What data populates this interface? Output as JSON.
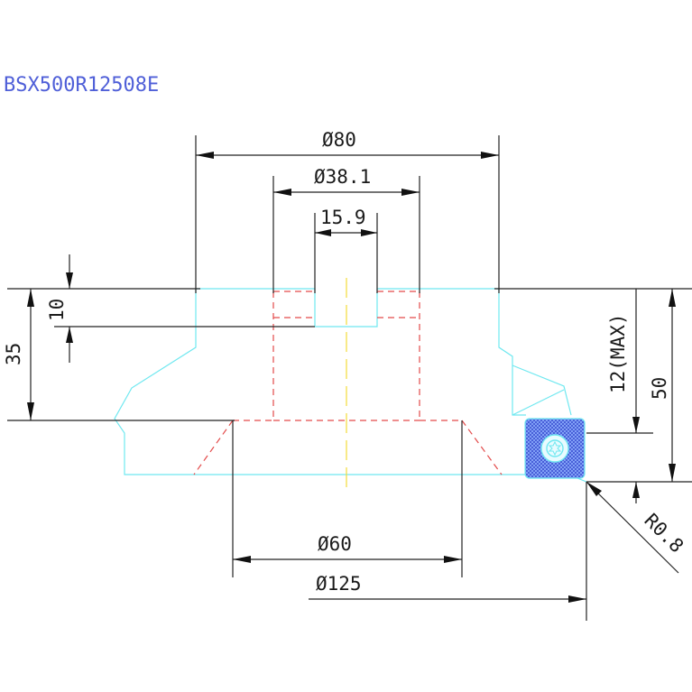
{
  "part_number": "BSX500R12508E",
  "dimensions": {
    "dia_80": "Ø80",
    "dia_38_1": "Ø38.1",
    "width_15_9": "15.9",
    "depth_10": "10",
    "height_35": "35",
    "height_12_max": "12(MAX)",
    "height_50": "50",
    "dia_60": "Ø60",
    "dia_125": "Ø125",
    "radius_0_8": "R0.8"
  },
  "colors": {
    "outline": "#6fe8f0",
    "hidden_lines": "#e34a4a",
    "center_line": "#f3dc3a",
    "dimension_lines": "#222222",
    "insert_fill": "#3a4fd0",
    "title": "#4f5fd8"
  },
  "icons": {
    "insert_screw": "torx-screw-icon"
  }
}
